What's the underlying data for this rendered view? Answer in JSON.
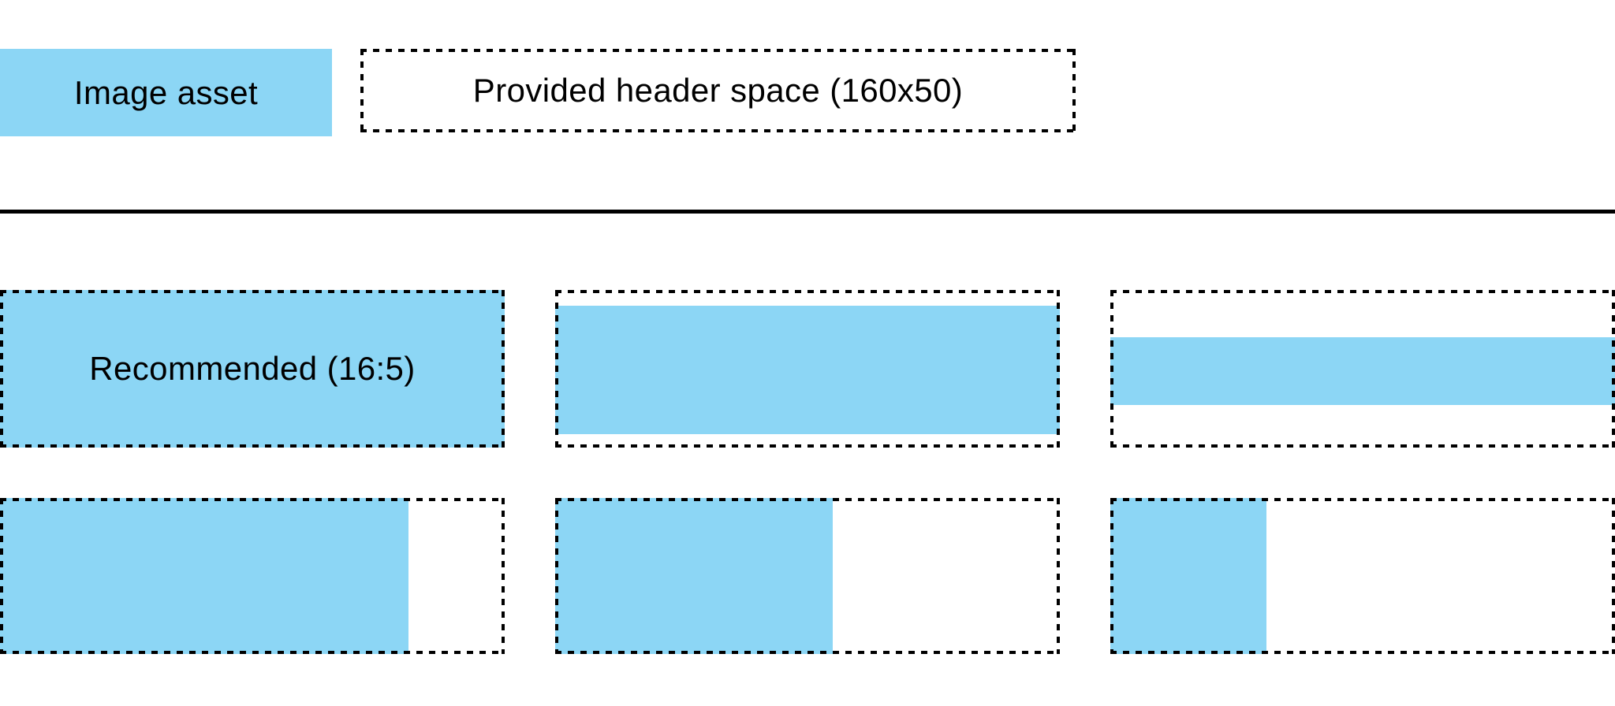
{
  "colors": {
    "asset_blue": "#8CD6F5",
    "line_black": "#000000"
  },
  "legend": {
    "asset_label": "Image asset",
    "space_label": "Provided header space (160x50)"
  },
  "examples": [
    {
      "label": "Recommended (16:5)",
      "fill": {
        "left_pct": 0,
        "top_pct": 0,
        "width_pct": 100,
        "height_pct": 100
      }
    },
    {
      "label": "",
      "fill": {
        "left_pct": 0,
        "top_pct": 10,
        "width_pct": 100,
        "height_pct": 81.5
      }
    },
    {
      "label": "",
      "fill": {
        "left_pct": 0,
        "top_pct": 30,
        "width_pct": 100,
        "height_pct": 43
      }
    },
    {
      "label": "",
      "fill": {
        "left_pct": 0,
        "top_pct": 0,
        "width_pct": 81,
        "height_pct": 100
      }
    },
    {
      "label": "",
      "fill": {
        "left_pct": 0,
        "top_pct": 0,
        "width_pct": 55,
        "height_pct": 100
      }
    },
    {
      "label": "",
      "fill": {
        "left_pct": 0,
        "top_pct": 0,
        "width_pct": 31,
        "height_pct": 100
      }
    }
  ]
}
